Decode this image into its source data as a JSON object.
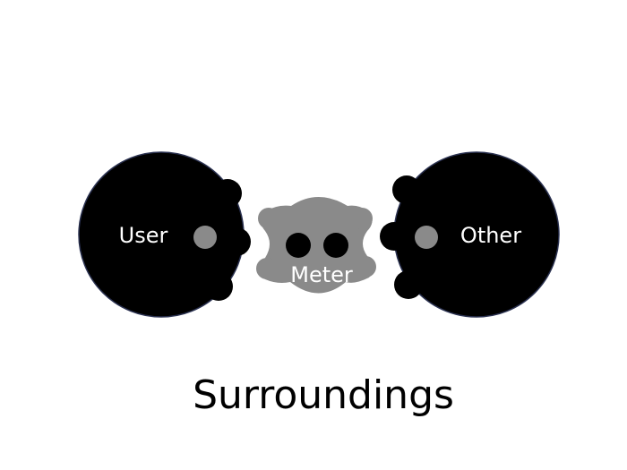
{
  "diagram": {
    "nodes": {
      "user": {
        "label": "User"
      },
      "meter": {
        "label": "Meter"
      },
      "other": {
        "label": "Other"
      }
    },
    "caption": "Surroundings"
  },
  "colors": {
    "background": "#ffffff",
    "puzzle_dark": "#000000",
    "puzzle_outline": "#2a3150",
    "puzzle_gray": "#8a8a8a",
    "connector_dot": "#8a8a8a",
    "label_light": "#ffffff",
    "caption_text": "#000000"
  }
}
